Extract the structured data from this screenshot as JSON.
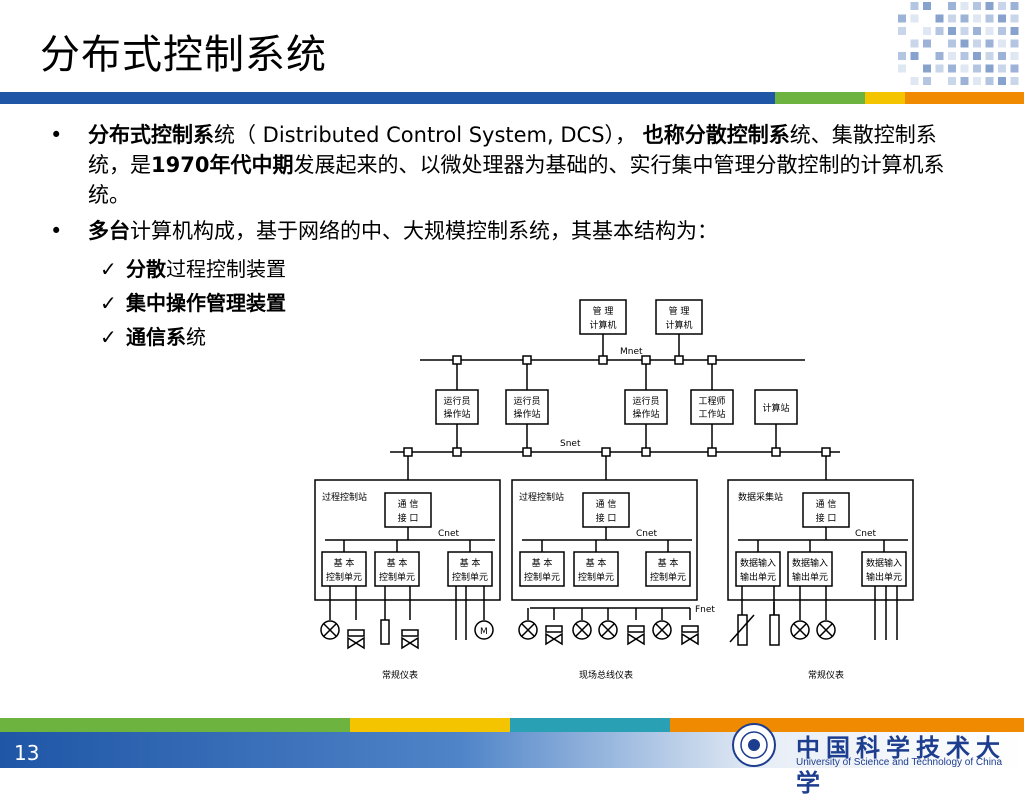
{
  "title": "分布式控制系统",
  "bullets": [
    {
      "bold1": "分布式控制系",
      "text1": "统（ Distributed Control System,   DCS），  ",
      "bold2": "也称分散控制系",
      "text2": "统、集散控制系统，是",
      "bold3": "1970年代中期",
      "text3": "发展起来的、以微处理器为基础的、实行集中管理分散控制的计算机系统。"
    },
    {
      "bold1": "多台",
      "text1": "计算机构成，基于网络的中、大规模控制系统，其基本结构为："
    }
  ],
  "subbullets": [
    {
      "bold": "分散",
      "text": "过程控制装置"
    },
    {
      "bold": "集中操作管理装置",
      "text": ""
    },
    {
      "bold": "通信系",
      "text": "统"
    }
  ],
  "diagram": {
    "mgmt1": [
      "管  理",
      "计算机"
    ],
    "mgmt2": [
      "管  理",
      "计算机"
    ],
    "mnet": "Mnet",
    "snet": "Snet",
    "cnet": "Cnet",
    "fnet": "Fnet",
    "op1": [
      "运行员",
      "操作站"
    ],
    "op2": [
      "运行员",
      "操作站"
    ],
    "op3": [
      "运行员",
      "操作站"
    ],
    "eng": [
      "工程师",
      "工作站"
    ],
    "calc": "计算站",
    "station1": "过程控制站",
    "station2": "过程控制站",
    "station3": "数据采集站",
    "comm": [
      "通  信",
      "接  口"
    ],
    "basic": [
      "基    本",
      "控制单元"
    ],
    "io": [
      "数据输入",
      "输出单元"
    ],
    "motor": "M",
    "label1": "常规仪表",
    "label2": "现场总线仪表",
    "label3": "常规仪表"
  },
  "footer": {
    "page": "13",
    "uni_cn": "中国科学技术大学",
    "uni_en": "University of  Science and Technology of China"
  },
  "colors": {
    "blue": "#1f56a6",
    "green": "#6cb33f",
    "yellow": "#f5c400",
    "orange": "#f08a00",
    "teal": "#2aa0b4"
  }
}
